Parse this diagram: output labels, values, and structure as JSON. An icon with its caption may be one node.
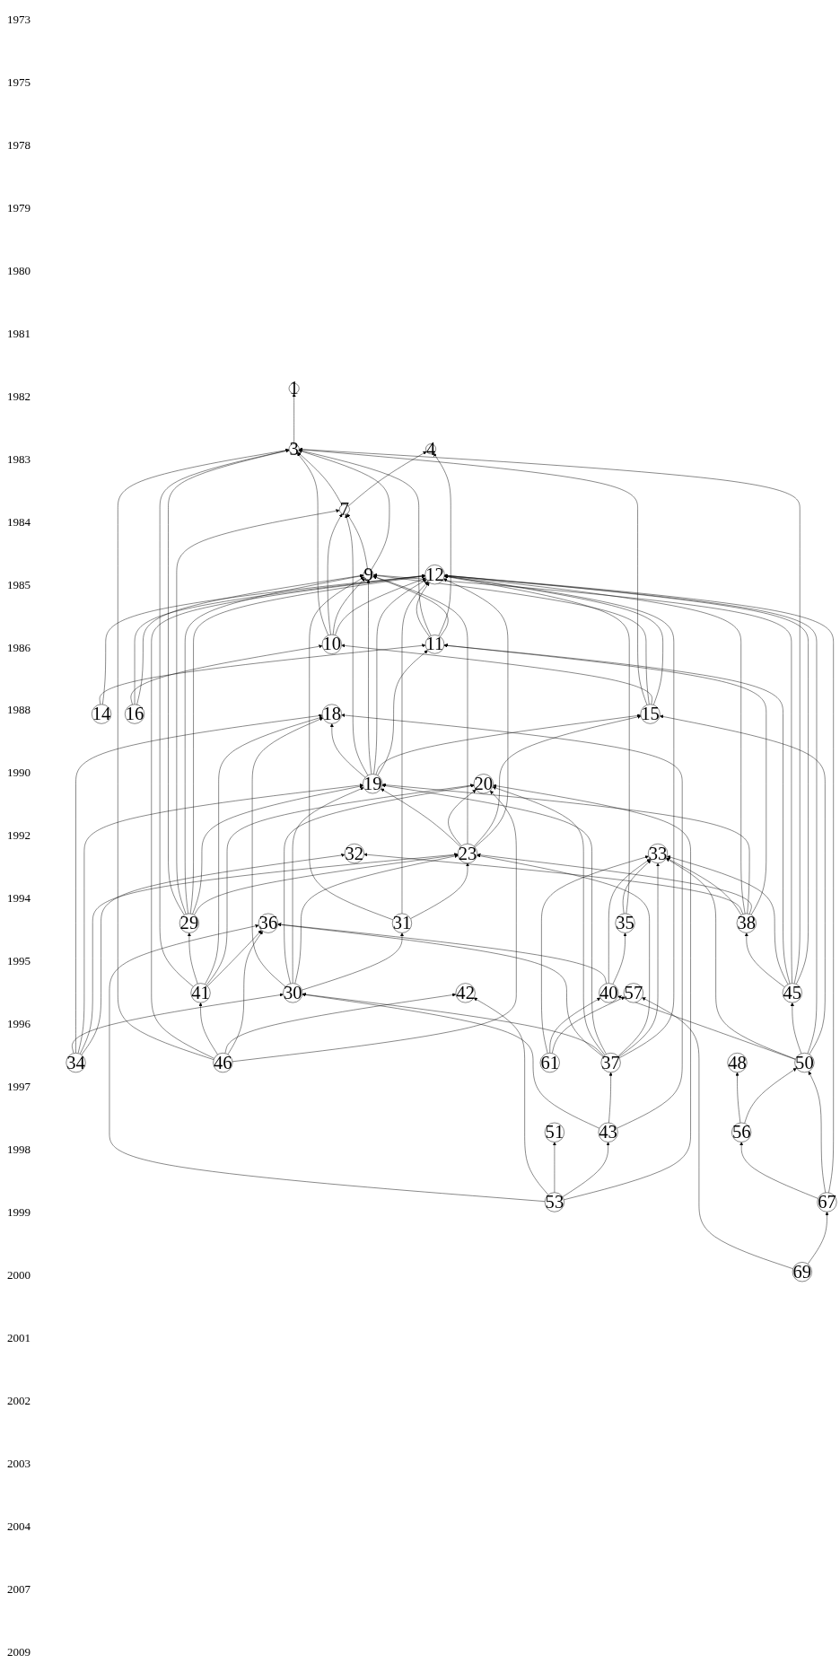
{
  "diagram": {
    "nodes": [
      {
        "text": [
          "1"
        ]
      },
      {
        "text": [
          "3"
        ]
      },
      {
        "text": [
          "4"
        ]
      },
      {
        "text": [
          "7"
        ]
      },
      {
        "text": [
          "9"
        ]
      },
      {
        "text": [
          "10"
        ]
      },
      {
        "text": [
          "12"
        ]
      },
      {
        "text": [
          "11"
        ]
      },
      {
        "text": [
          "14"
        ]
      },
      {
        "text": [
          "15"
        ]
      },
      {
        "text": [
          "16"
        ]
      },
      {
        "text": [
          "18"
        ]
      },
      {
        "text": [
          "20"
        ]
      },
      {
        "text": [
          "19"
        ]
      },
      {
        "text": [
          "23"
        ]
      },
      {
        "text": [
          "29"
        ]
      },
      {
        "text": [
          "30"
        ]
      },
      {
        "text": [
          "31"
        ]
      },
      {
        "text": [
          "32"
        ]
      },
      {
        "text": [
          "34"
        ]
      },
      {
        "text": [
          "33"
        ]
      },
      {
        "text": [
          "35"
        ]
      },
      {
        "text": [
          "36"
        ]
      },
      {
        "text": [
          "37"
        ]
      },
      {
        "text": [
          "40"
        ]
      },
      {
        "text": [
          "38"
        ]
      },
      {
        "text": [
          "42"
        ]
      },
      {
        "text": [
          "41"
        ]
      },
      {
        "text": [
          "43"
        ]
      },
      {
        "text": [
          "45"
        ]
      },
      {
        "text": [
          "46"
        ]
      },
      {
        "text": [
          "48"
        ]
      },
      {
        "text": [
          "50"
        ]
      },
      {
        "text": [
          "51"
        ]
      },
      {
        "text": [
          "53"
        ]
      },
      {
        "text": [
          "56"
        ]
      },
      {
        "text": [
          "57"
        ]
      },
      {
        "text": [
          "61"
        ]
      },
      {
        "text": [
          "67"
        ]
      },
      {
        "text": [
          "69"
        ]
      }
    ],
    "edges": [
      {
        "from": 1,
        "to": 0,
        "arrow": "to"
      },
      {
        "from": 3,
        "to": 1,
        "arrow": "to"
      },
      {
        "from": 3,
        "to": 2,
        "arrow": "to"
      },
      {
        "from": 4,
        "to": 3,
        "arrow": "to"
      },
      {
        "from": 4,
        "to": 1,
        "arrow": "to"
      },
      {
        "from": 5,
        "to": 1,
        "arrow": "to"
      },
      {
        "from": 5,
        "to": 3,
        "arrow": "to"
      },
      {
        "from": 5,
        "to": 4,
        "arrow": "to"
      },
      {
        "from": 5,
        "to": 6,
        "arrow": "to"
      },
      {
        "from": 7,
        "to": 6,
        "arrow": "to"
      },
      {
        "from": 7,
        "to": 1,
        "arrow": "to"
      },
      {
        "from": 7,
        "to": 2,
        "arrow": "to"
      },
      {
        "from": 7,
        "to": 4,
        "arrow": "to"
      },
      {
        "from": 8,
        "to": 7,
        "arrow": "to"
      },
      {
        "from": 8,
        "to": 6,
        "arrow": "to"
      },
      {
        "from": 10,
        "to": 5,
        "arrow": "to"
      },
      {
        "from": 10,
        "to": 6,
        "arrow": "to"
      },
      {
        "from": 10,
        "to": 4,
        "arrow": "to"
      },
      {
        "from": 9,
        "to": 1,
        "arrow": "to"
      },
      {
        "from": 9,
        "to": 4,
        "arrow": "to"
      },
      {
        "from": 9,
        "to": 5,
        "arrow": "to"
      },
      {
        "from": 9,
        "to": 6,
        "arrow": "to"
      },
      {
        "from": 15,
        "to": 1,
        "arrow": "to"
      },
      {
        "from": 30,
        "to": 1,
        "arrow": "to"
      },
      {
        "from": 27,
        "to": 1,
        "arrow": "to"
      },
      {
        "from": 15,
        "to": 3,
        "arrow": "to"
      },
      {
        "from": 15,
        "to": 4,
        "arrow": "to"
      },
      {
        "from": 15,
        "to": 6,
        "arrow": "to"
      },
      {
        "from": 30,
        "to": 6,
        "arrow": "to"
      },
      {
        "from": 15,
        "to": 13,
        "arrow": "to"
      },
      {
        "from": 15,
        "to": 14,
        "arrow": "to"
      },
      {
        "from": 27,
        "to": 15,
        "arrow": "to"
      },
      {
        "from": 27,
        "to": 11,
        "arrow": "to"
      },
      {
        "from": 27,
        "to": 12,
        "arrow": "to"
      },
      {
        "from": 27,
        "to": 22,
        "arrow": "to"
      },
      {
        "from": 30,
        "to": 27,
        "arrow": "to"
      },
      {
        "from": 30,
        "to": 26,
        "arrow": "to"
      },
      {
        "from": 30,
        "to": 22,
        "arrow": "to"
      },
      {
        "from": 30,
        "to": 12,
        "arrow": "to"
      },
      {
        "from": 13,
        "to": 11,
        "arrow": "to"
      },
      {
        "from": 13,
        "to": 3,
        "arrow": "to"
      },
      {
        "from": 13,
        "to": 4,
        "arrow": "to"
      },
      {
        "from": 13,
        "to": 6,
        "arrow": "to"
      },
      {
        "from": 13,
        "to": 9,
        "arrow": "to"
      },
      {
        "from": 13,
        "to": 7,
        "arrow": "to"
      },
      {
        "from": 14,
        "to": 13,
        "arrow": "to"
      },
      {
        "from": 14,
        "to": 12,
        "arrow": "to"
      },
      {
        "from": 14,
        "to": 4,
        "arrow": "to"
      },
      {
        "from": 14,
        "to": 9,
        "arrow": "to"
      },
      {
        "from": 14,
        "to": 6,
        "arrow": "to"
      },
      {
        "from": 16,
        "to": 11,
        "arrow": "to"
      },
      {
        "from": 16,
        "to": 12,
        "arrow": "to"
      },
      {
        "from": 16,
        "to": 13,
        "arrow": "to"
      },
      {
        "from": 16,
        "to": 14,
        "arrow": "to"
      },
      {
        "from": 16,
        "to": 17,
        "arrow": "to"
      },
      {
        "from": 17,
        "to": 4,
        "arrow": "to"
      },
      {
        "from": 17,
        "to": 6,
        "arrow": "to"
      },
      {
        "from": 17,
        "to": 14,
        "arrow": "to"
      },
      {
        "from": 19,
        "to": 16,
        "arrow": "to"
      },
      {
        "from": 19,
        "to": 11,
        "arrow": "to"
      },
      {
        "from": 19,
        "to": 13,
        "arrow": "to"
      },
      {
        "from": 19,
        "to": 14,
        "arrow": "to"
      },
      {
        "from": 19,
        "to": 18,
        "arrow": "to"
      },
      {
        "from": 21,
        "to": 20,
        "arrow": "to"
      },
      {
        "from": 21,
        "to": 6,
        "arrow": "to"
      },
      {
        "from": 23,
        "to": 22,
        "arrow": "to"
      },
      {
        "from": 23,
        "to": 16,
        "arrow": "to"
      },
      {
        "from": 23,
        "to": 12,
        "arrow": "to"
      },
      {
        "from": 23,
        "to": 13,
        "arrow": "to"
      },
      {
        "from": 23,
        "to": 14,
        "arrow": "to"
      },
      {
        "from": 23,
        "to": 20,
        "arrow": "to"
      },
      {
        "from": 23,
        "to": 6,
        "arrow": "to"
      },
      {
        "from": 25,
        "to": 20,
        "arrow": "to"
      },
      {
        "from": 25,
        "to": 18,
        "arrow": "to"
      },
      {
        "from": 25,
        "to": 6,
        "arrow": "to"
      },
      {
        "from": 25,
        "to": 13,
        "arrow": "to"
      },
      {
        "from": 25,
        "to": 14,
        "arrow": "to"
      },
      {
        "from": 25,
        "to": 7,
        "arrow": "to"
      },
      {
        "from": 24,
        "to": 22,
        "arrow": "to"
      },
      {
        "from": 24,
        "to": 20,
        "arrow": "to"
      },
      {
        "from": 24,
        "to": 21,
        "arrow": "to"
      },
      {
        "from": 28,
        "to": 16,
        "arrow": "to"
      },
      {
        "from": 28,
        "to": 23,
        "arrow": "to"
      },
      {
        "from": 28,
        "to": 11,
        "arrow": "to"
      },
      {
        "from": 29,
        "to": 25,
        "arrow": "to"
      },
      {
        "from": 29,
        "to": 20,
        "arrow": "to"
      },
      {
        "from": 29,
        "to": 7,
        "arrow": "to"
      },
      {
        "from": 29,
        "to": 4,
        "arrow": "to"
      },
      {
        "from": 29,
        "to": 1,
        "arrow": "to"
      },
      {
        "from": 29,
        "to": 6,
        "arrow": "to"
      },
      {
        "from": 32,
        "to": 24,
        "arrow": "to"
      },
      {
        "from": 32,
        "to": 20,
        "arrow": "to"
      },
      {
        "from": 32,
        "to": 29,
        "arrow": "to"
      },
      {
        "from": 32,
        "to": 6,
        "arrow": "to"
      },
      {
        "from": 32,
        "to": 9,
        "arrow": "to"
      },
      {
        "from": 34,
        "to": 22,
        "arrow": "to"
      },
      {
        "from": 34,
        "to": 26,
        "arrow": "to"
      },
      {
        "from": 34,
        "to": 33,
        "arrow": "to"
      },
      {
        "from": 34,
        "to": 28,
        "arrow": "to"
      },
      {
        "from": 34,
        "to": 12,
        "arrow": "to"
      },
      {
        "from": 37,
        "to": 20,
        "arrow": "to"
      },
      {
        "from": 37,
        "to": 24,
        "arrow": "to"
      },
      {
        "from": 37,
        "to": 36,
        "arrow": "to"
      },
      {
        "from": 35,
        "to": 31,
        "arrow": "to"
      },
      {
        "from": 35,
        "to": 32,
        "arrow": "to"
      },
      {
        "from": 38,
        "to": 35,
        "arrow": "to"
      },
      {
        "from": 38,
        "to": 32,
        "arrow": "to"
      },
      {
        "from": 38,
        "to": 6,
        "arrow": "to"
      },
      {
        "from": 39,
        "to": 36,
        "arrow": "to"
      },
      {
        "from": 39,
        "to": 38,
        "arrow": "to"
      }
    ],
    "labels": [
      "1973",
      "1975",
      "1978",
      "1979",
      "1980",
      "1981",
      "1982",
      "1983",
      "1984",
      "1985",
      "1986",
      "1988",
      "1990",
      "1992",
      "1994",
      "1995",
      "1996",
      "1997",
      "1998",
      "1999",
      "2000",
      "2001",
      "2002",
      "2003",
      "2004",
      "2007",
      "2009"
    ]
  }
}
